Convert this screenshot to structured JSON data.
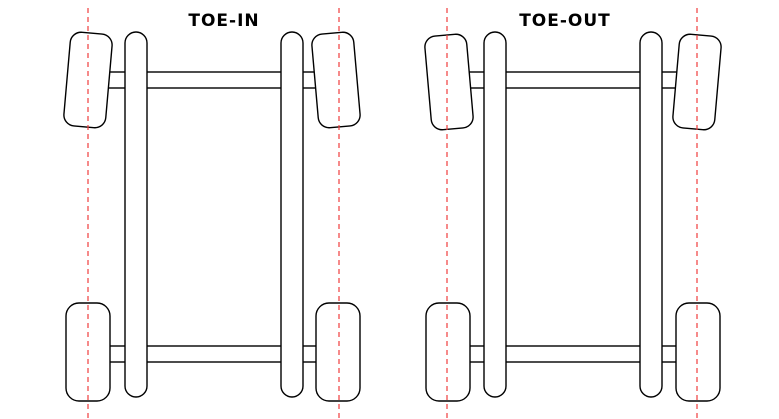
{
  "diagrams": [
    {
      "title": "TOE-IN",
      "alignment": "toe-in"
    },
    {
      "title": "TOE-OUT",
      "alignment": "toe-out"
    }
  ],
  "colors": {
    "outline": "#000000",
    "reference_line": "#f03c3c",
    "background": "#ffffff"
  }
}
